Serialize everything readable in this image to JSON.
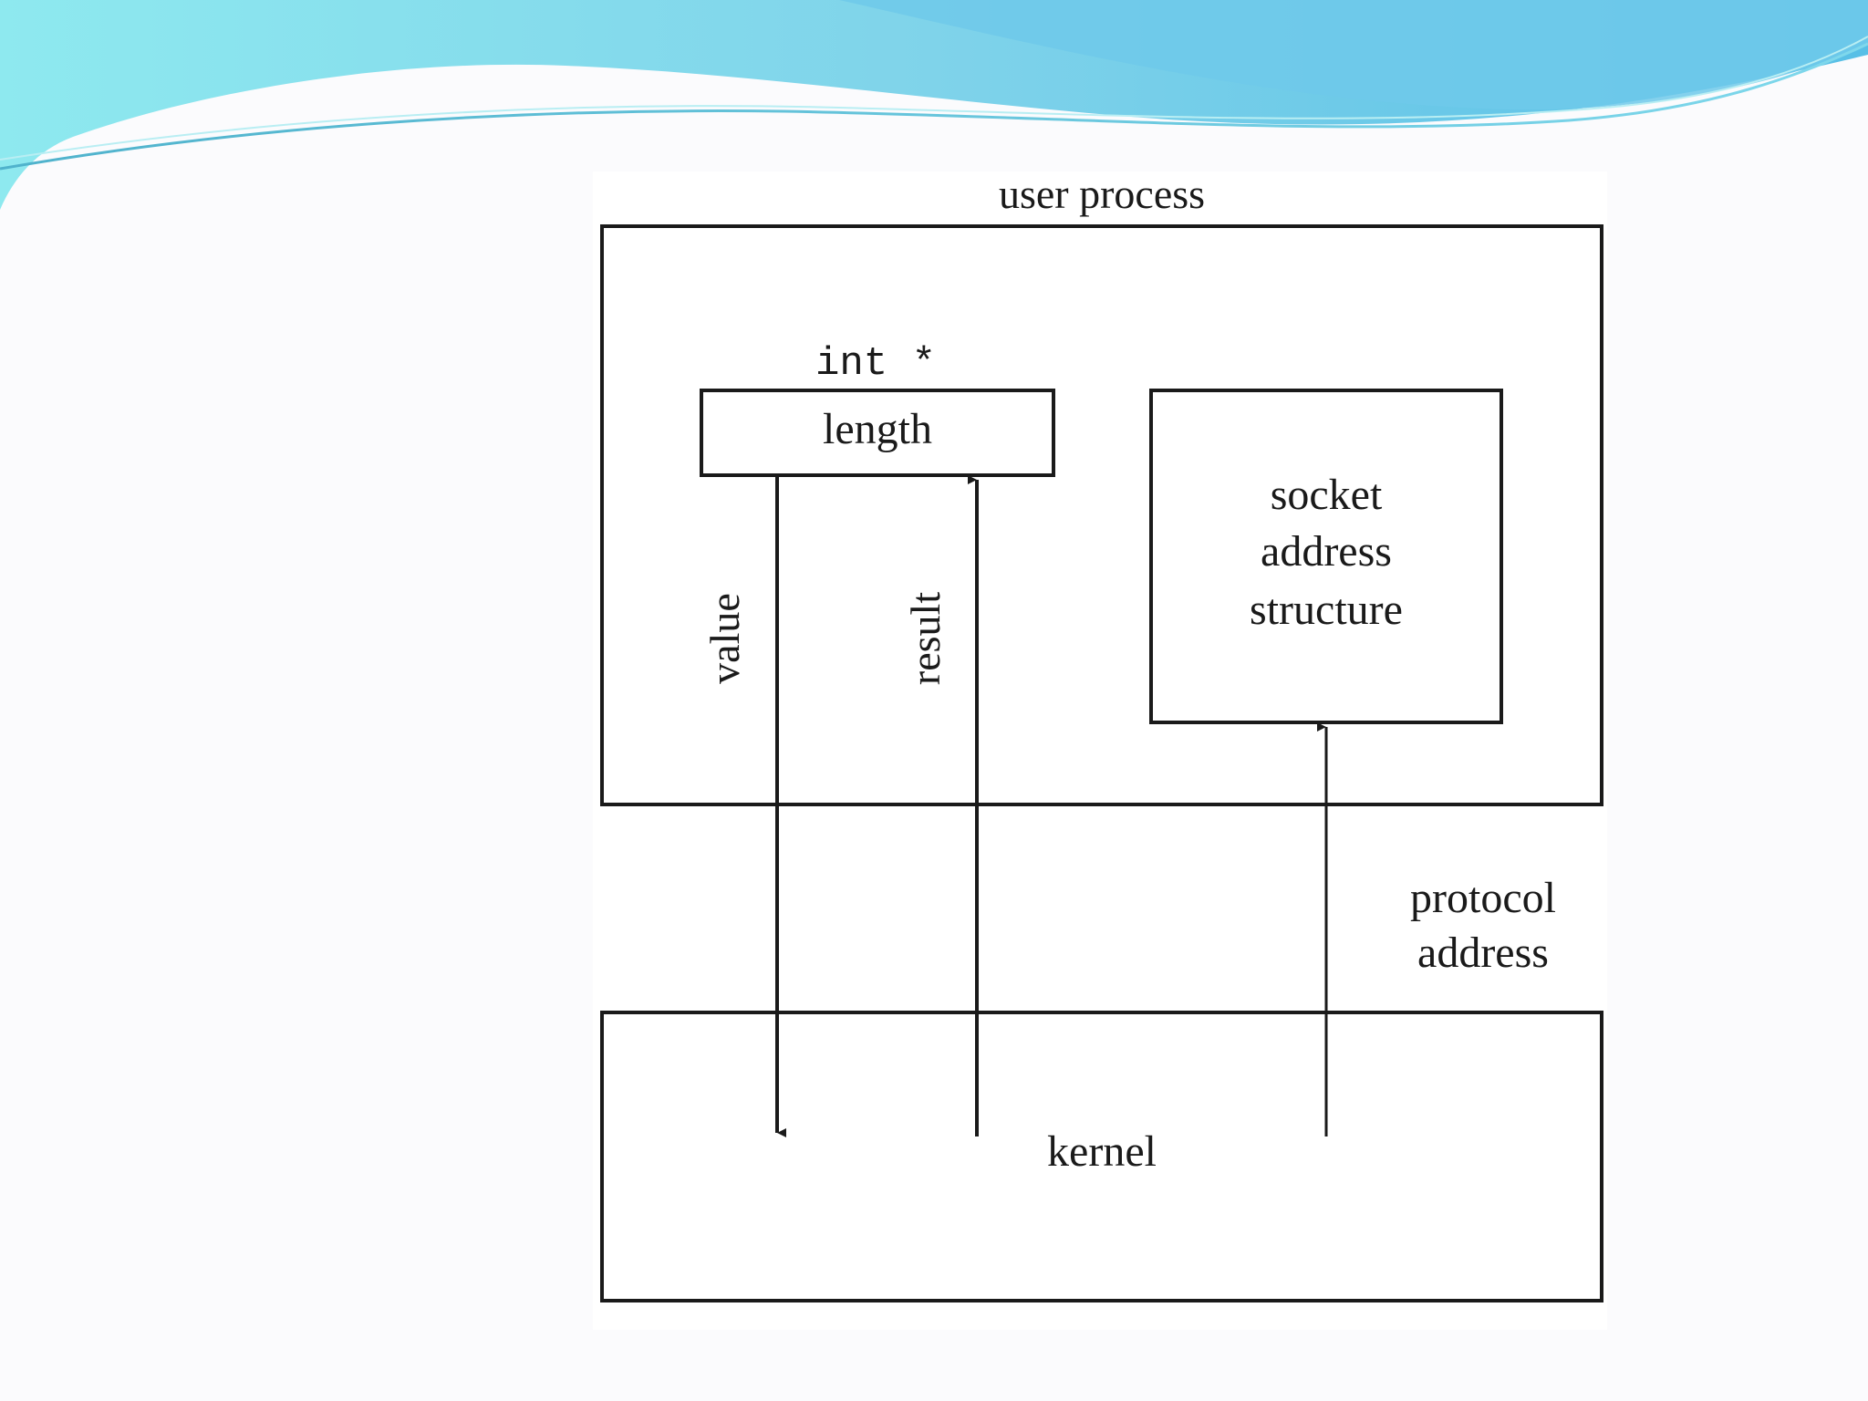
{
  "diagram": {
    "user_process_label": "user process",
    "pointer_type_label": "int *",
    "length_label": "length",
    "socket_lines": [
      "socket",
      "address",
      "structure"
    ],
    "value_label": "value",
    "result_label": "result",
    "protocol_lines": [
      "protocol",
      "address"
    ],
    "kernel_label": "kernel"
  },
  "colors": {
    "wave_dark": "#5ec3e6",
    "wave_light": "#9fe3ee",
    "stroke": "#1a1a1a"
  }
}
